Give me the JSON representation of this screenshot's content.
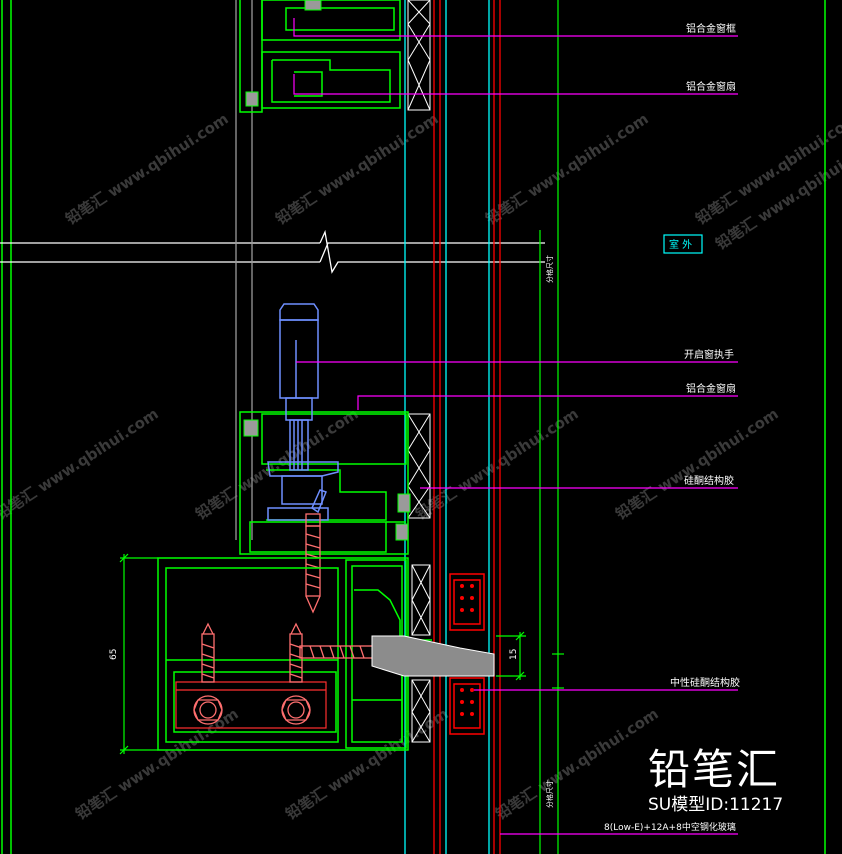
{
  "labels": {
    "frame_top": "铝合金窗框",
    "sash_top": "铝合金窗扇",
    "exterior": "室 外",
    "handle": "开启窗执手",
    "sash_mid": "铝合金窗扇",
    "structural_silicone": "硅酮结构胶",
    "weather_silicone": "中性硅酮结构胶",
    "glass_spec": "8(Low-E)+12A+8中空钢化玻璃",
    "vertical_size_1": "分格尺寸",
    "vertical_size_2": "分格尺寸"
  },
  "dimensions": {
    "d65": "65",
    "d15": "15"
  },
  "watermark": {
    "text": "铅笔汇 www.qbihui.com"
  },
  "brand": {
    "name": "铅笔汇",
    "model_id": "SU模型ID:11217"
  },
  "colors": {
    "background": "#000000",
    "frame_green": "#00ff00",
    "magenta_leader": "#ff00ff",
    "red_glass": "#ff0000",
    "cyan_line": "#00ffff",
    "bolt_pink": "#ff6f6f",
    "handle_blue": "#6f8fff",
    "insulation_gray": "#b4b4b4"
  }
}
